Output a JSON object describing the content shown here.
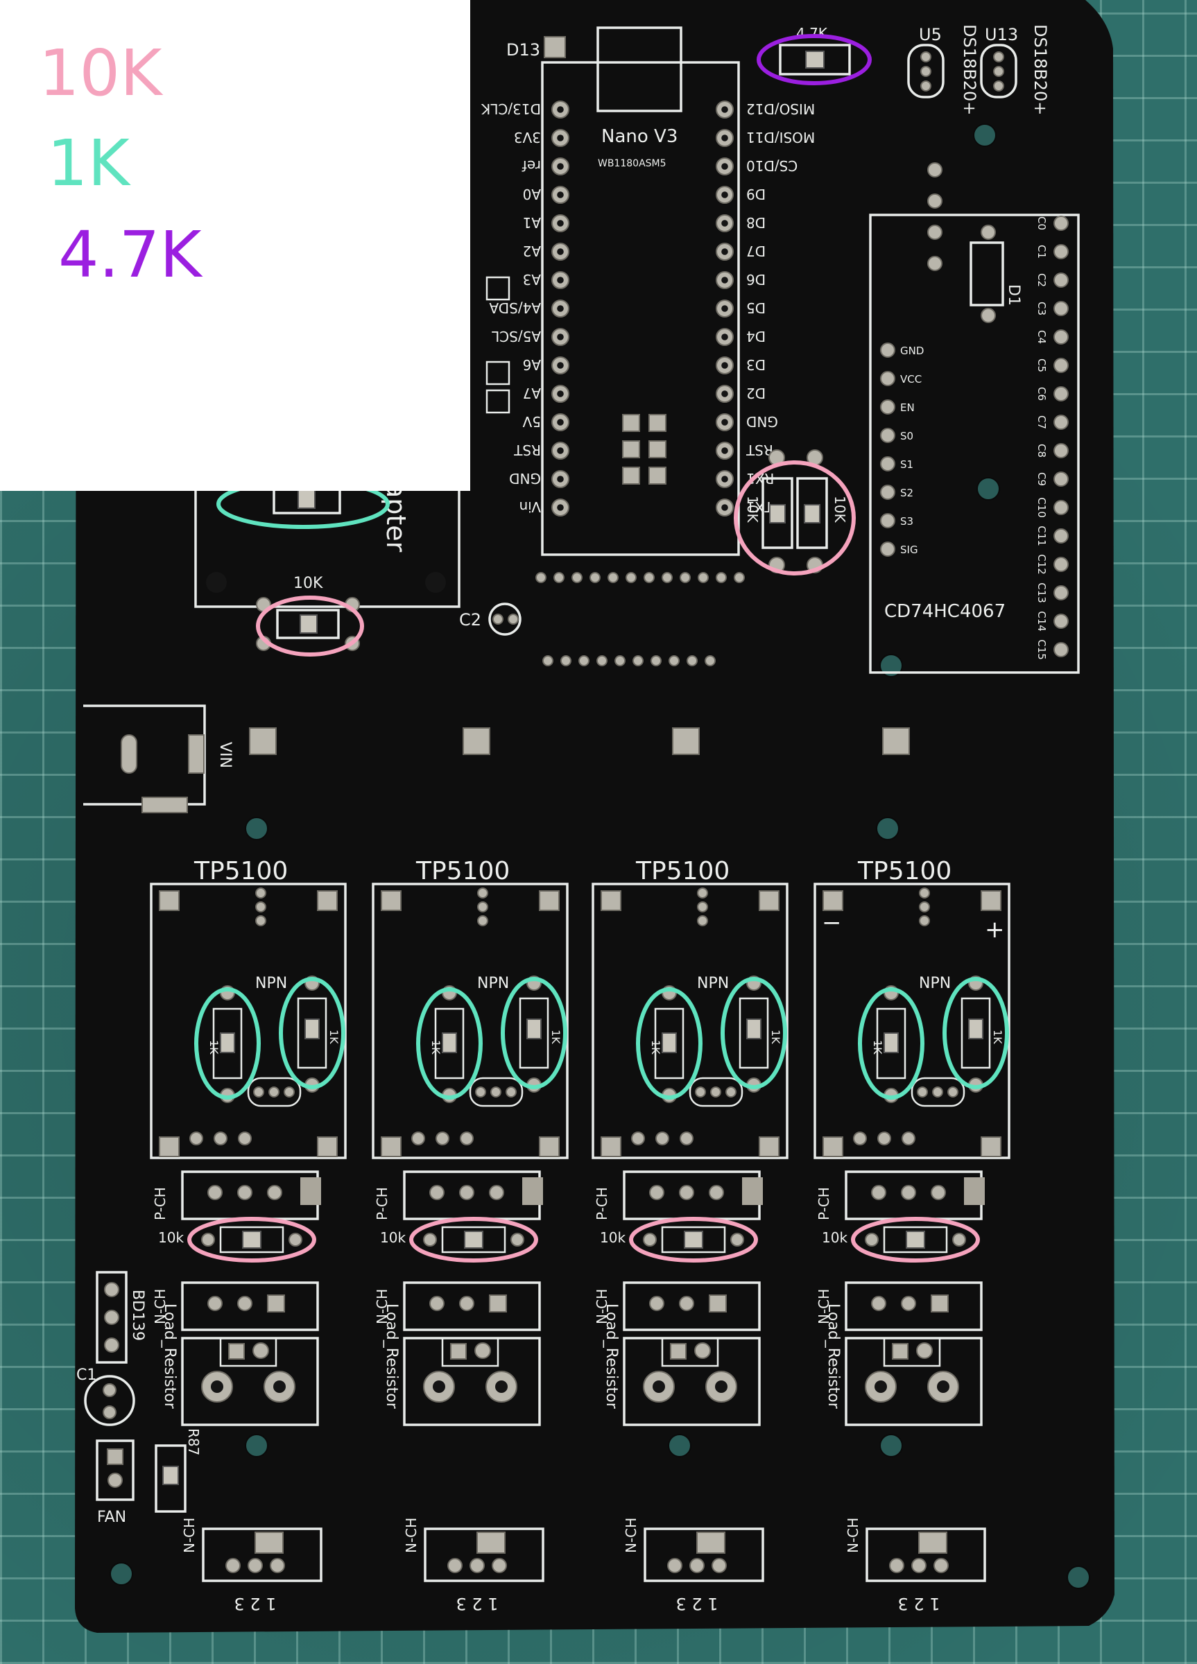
{
  "legend": {
    "items": [
      {
        "label": "10K",
        "color": "#f5a3bd"
      },
      {
        "label": "1K",
        "color": "#5fe3bf"
      },
      {
        "label": "4.7K",
        "color": "#9b1fe0"
      }
    ]
  },
  "colors": {
    "board": "#0e0e0e",
    "silkscreen": "#e9ecea",
    "mat": "#2f6f6a",
    "ring_10k": "#f5a3bd",
    "ring_1k": "#5fe3bf",
    "ring_4k7": "#9b1fe0"
  },
  "pcb": {
    "nano": {
      "title": "Nano V3",
      "subtitle": "WB1180ASM5",
      "left_pins": [
        "D13/CLK",
        "3V3",
        "ref",
        "A0",
        "A1",
        "A2",
        "A3",
        "A4/SDA",
        "A5/SCL",
        "A6",
        "A7",
        "5V",
        "RST",
        "GND",
        "Vin"
      ],
      "right_pins": [
        "MISO/D12",
        "MOSI/D11",
        "CS/D10",
        "D9",
        "D8",
        "D7",
        "D6",
        "D5",
        "D4",
        "D3",
        "D2",
        "GND",
        "RST",
        "RX1",
        "TX1"
      ],
      "d13_label": "D13"
    },
    "top_labels": {
      "r47k": "4.7K",
      "u5": "U5",
      "u13": "U13",
      "ds_left": "DS18B20+",
      "ds_right": "DS18B20+"
    },
    "mux": {
      "name": "CD74HC4067",
      "left_pins": [
        "GND",
        "VCC",
        "EN",
        "S0",
        "S1",
        "S2",
        "S3",
        "SIG"
      ],
      "right_pins": [
        "C8",
        "C9",
        "C10",
        "C11",
        "C12",
        "C13",
        "C14",
        "C15"
      ],
      "right_top": [
        "C0",
        "C1",
        "C2",
        "C3",
        "C4",
        "C5",
        "C6",
        "C7"
      ],
      "d1": "D1"
    },
    "adapter": {
      "text": "apter",
      "r10k": "10K"
    },
    "c2": "C2",
    "vin": "VIN",
    "nano_resistors": [
      "10K",
      "10K"
    ],
    "tp_modules": [
      {
        "title": "TP5100",
        "npn": "NPN",
        "r1": "1K",
        "r2": "1K"
      },
      {
        "title": "TP5100",
        "npn": "NPN",
        "r1": "1K",
        "r2": "1K"
      },
      {
        "title": "TP5100",
        "npn": "NPN",
        "r1": "1K",
        "r2": "1K"
      },
      {
        "title": "TP5100",
        "npn": "NPN",
        "r1": "1K",
        "r2": "1K"
      }
    ],
    "module_minus": "−",
    "module_plus": "+",
    "channels": [
      {
        "pch": "P-CH",
        "r10k": "10k",
        "nch": "N-CH",
        "load": "Load_Resistor",
        "nch_bottom": "N-CH",
        "pins": "1 2 3"
      },
      {
        "pch": "P-CH",
        "r10k": "10k",
        "nch": "N-CH",
        "load": "Load_Resistor",
        "nch_bottom": "N-CH",
        "pins": "1 2 3"
      },
      {
        "pch": "P-CH",
        "r10k": "10k",
        "nch": "N-CH",
        "load": "Load_Resistor",
        "nch_bottom": "N-CH",
        "pins": "1 2 3"
      },
      {
        "pch": "P-CH",
        "r10k": "10k",
        "nch": "N-CH",
        "load": "Load_Resistor",
        "nch_bottom": "N-CH",
        "pins": "1 2 3"
      }
    ],
    "left_parts": {
      "bd139": "BD139",
      "c1": "C1",
      "fan": "FAN",
      "r87": "R87"
    }
  }
}
